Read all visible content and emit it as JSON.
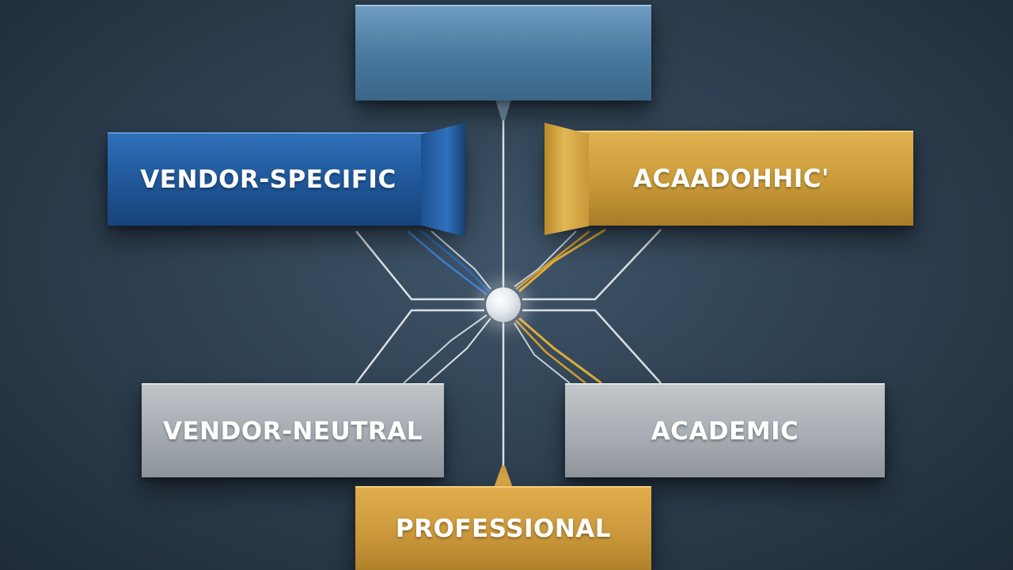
{
  "diagram": {
    "top_box": {
      "label": ""
    },
    "nodes": {
      "vendor_specific": {
        "label": "VENDOR-SPECIFIC"
      },
      "academic_top": {
        "label": "ACAADOHHIC'"
      },
      "vendor_neutral": {
        "label": "VENDOR-NEUTRAL"
      },
      "academic": {
        "label": "ACADEMIC"
      },
      "professional": {
        "label": "PROFESSIONAL"
      }
    },
    "colors": {
      "background": "#2f4152",
      "blue": "#1f5697",
      "gold": "#c99a38",
      "silver": "#a4aab0",
      "steel_blue": "#4a7aa0",
      "wire_white": "#d9e0e6",
      "wire_blue": "#3d7fd0",
      "wire_gold": "#e0ae3a"
    }
  }
}
